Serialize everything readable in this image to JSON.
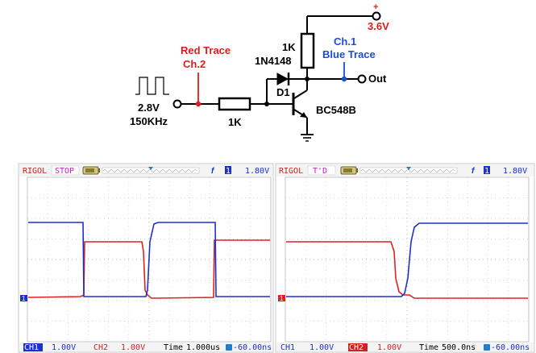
{
  "circuit": {
    "supply_label": "3.6V",
    "supply_sign": "+",
    "resistor_top_label": "1K",
    "ch1_title": "Ch.1",
    "ch1_subtitle": "Blue Trace",
    "out_label": "Out",
    "diode_part": "1N4148",
    "diode_ref": "D1",
    "red_trace_title": "Red Trace",
    "red_trace_channel": "Ch.2",
    "input_amplitude": "2.8V",
    "input_frequency": "150KHz",
    "base_resistor_label": "1K",
    "transistor_part": "BC548B"
  },
  "colors": {
    "red_label": "#e41a1a",
    "blue_label": "#1a4fd6",
    "scope_red": "#e02020",
    "scope_blue": "#1e2fd0"
  },
  "scopes": [
    {
      "brand": "RIGOL",
      "status": "STOP",
      "trigger_level": "1.80V",
      "trigger_channel": "1",
      "trigger_marker": "T",
      "ch1_label": "CH1",
      "ch1_scale": "1.00V",
      "ch2_label": "CH2",
      "ch2_scale": "1.00V",
      "time_label": "Time",
      "timebase": "1.000us",
      "trigger_offset": "-60.00ns",
      "ch1_marker": "1"
    },
    {
      "brand": "RIGOL",
      "status": "T'D",
      "trigger_level": "1.80V",
      "trigger_channel": "1",
      "trigger_marker": "T",
      "ch1_label": "CH1",
      "ch1_scale": "1.00V",
      "ch2_label": "CH2",
      "ch2_scale": "1.00V",
      "time_label": "Time",
      "timebase": "500.0ns",
      "trigger_offset": "-60.00ns",
      "ch1_marker": "1"
    }
  ]
}
